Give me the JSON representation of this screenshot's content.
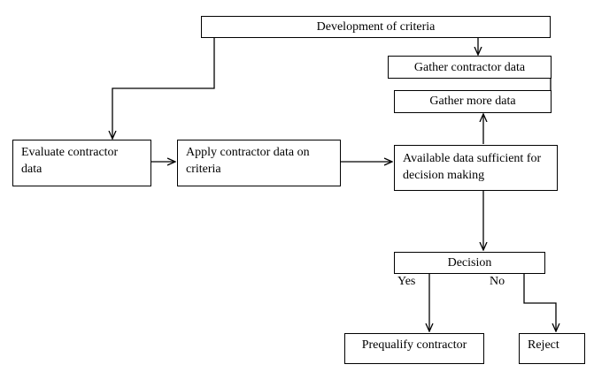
{
  "diagram": {
    "nodes": {
      "development_of_criteria": "Development of criteria",
      "gather_contractor_data": "Gather contractor data",
      "gather_more_data": "Gather more data",
      "evaluate_contractor_data": "Evaluate contractor data",
      "apply_contractor_data": "Apply contractor data on criteria",
      "available_data_sufficient": "Available data sufficient for decision making",
      "decision": "Decision",
      "prequalify_contractor": "Prequalify contractor",
      "reject": "Reject"
    },
    "edge_labels": {
      "yes": "Yes",
      "no": "No"
    },
    "colors": {
      "stroke": "#000000",
      "text": "#000000",
      "background": "#ffffff"
    }
  }
}
